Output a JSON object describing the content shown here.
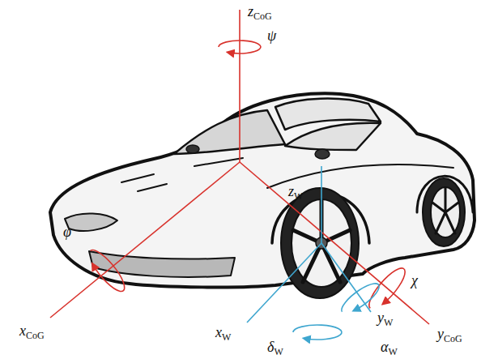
{
  "diagram": {
    "labels": [
      "zCoG",
      "ψ",
      "φ",
      "xCoG",
      "yCoG",
      "χ",
      "zW",
      "xW",
      "yW",
      "δW",
      "αW"
    ]
  }
}
